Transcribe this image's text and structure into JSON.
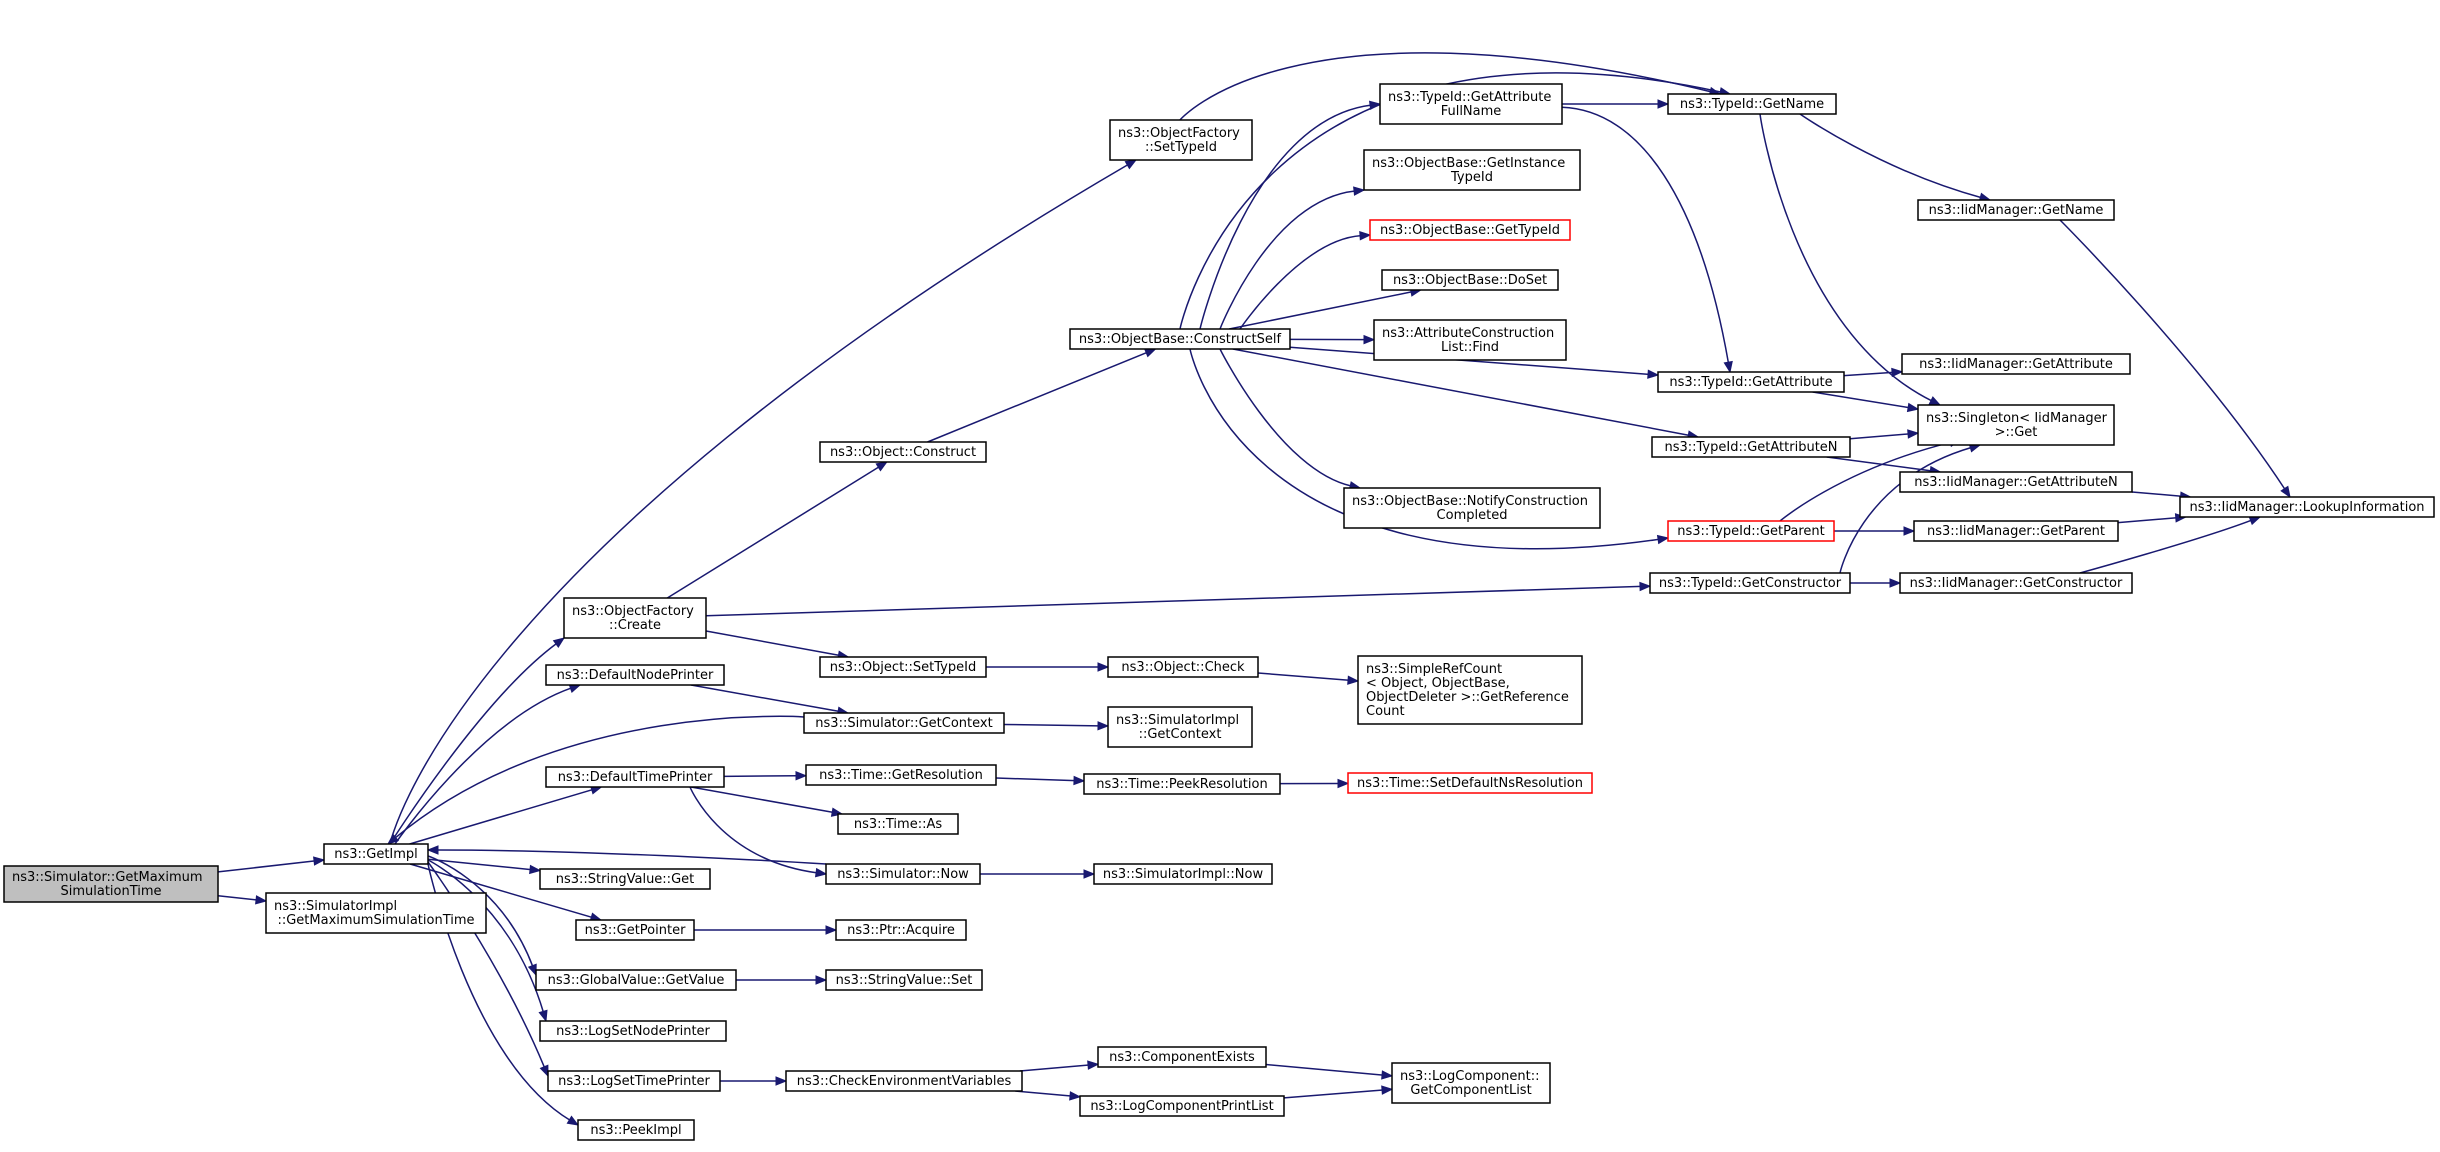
{
  "diagram": {
    "edge_color": "#191970",
    "truncated_border_color": "#ff0000",
    "root_fill": "#bfbfbf",
    "nodes": [
      {
        "id": "root",
        "lines": [
          "ns3::Simulator::GetMaximum",
          "SimulationTime"
        ],
        "style": "root"
      },
      {
        "id": "getimpl",
        "lines": [
          "ns3::GetImpl"
        ]
      },
      {
        "id": "simimplgetmax",
        "lines": [
          "ns3::SimulatorImpl",
          "::GetMaximumSimulationTime"
        ]
      },
      {
        "id": "of_settypeid",
        "lines": [
          "ns3::ObjectFactory",
          "::SetTypeId"
        ]
      },
      {
        "id": "of_create",
        "lines": [
          "ns3::ObjectFactory",
          "::Create"
        ]
      },
      {
        "id": "defnodeprinter",
        "lines": [
          "ns3::DefaultNodePrinter"
        ]
      },
      {
        "id": "sim_getcontext",
        "lines": [
          "ns3::Simulator::GetContext"
        ]
      },
      {
        "id": "deftimeprinter",
        "lines": [
          "ns3::DefaultTimePrinter"
        ]
      },
      {
        "id": "sim_now",
        "lines": [
          "ns3::Simulator::Now"
        ]
      },
      {
        "id": "strval_get",
        "lines": [
          "ns3::StringValue::Get"
        ]
      },
      {
        "id": "getpointer",
        "lines": [
          "ns3::GetPointer"
        ]
      },
      {
        "id": "gv_getvalue",
        "lines": [
          "ns3::GlobalValue::GetValue"
        ]
      },
      {
        "id": "logsetnode",
        "lines": [
          "ns3::LogSetNodePrinter"
        ]
      },
      {
        "id": "logsettime",
        "lines": [
          "ns3::LogSetTimePrinter"
        ]
      },
      {
        "id": "peekimpl",
        "lines": [
          "ns3::PeekImpl"
        ]
      },
      {
        "id": "obj_construct",
        "lines": [
          "ns3::Object::Construct"
        ]
      },
      {
        "id": "obj_settypeid",
        "lines": [
          "ns3::Object::SetTypeId"
        ]
      },
      {
        "id": "time_getres",
        "lines": [
          "ns3::Time::GetResolution"
        ]
      },
      {
        "id": "time_as",
        "lines": [
          "ns3::Time::As"
        ]
      },
      {
        "id": "ptr_acquire",
        "lines": [
          "ns3::Ptr::Acquire"
        ]
      },
      {
        "id": "strval_set",
        "lines": [
          "ns3::StringValue::Set"
        ]
      },
      {
        "id": "checkenv",
        "lines": [
          "ns3::CheckEnvironmentVariables"
        ]
      },
      {
        "id": "ob_constructself",
        "lines": [
          "ns3::ObjectBase::ConstructSelf"
        ]
      },
      {
        "id": "obj_check",
        "lines": [
          "ns3::Object::Check"
        ]
      },
      {
        "id": "simimpl_getcontext",
        "lines": [
          "ns3::SimulatorImpl",
          "::GetContext"
        ]
      },
      {
        "id": "time_peekres",
        "lines": [
          "ns3::Time::PeekResolution"
        ]
      },
      {
        "id": "simimpl_now",
        "lines": [
          "ns3::SimulatorImpl::Now"
        ]
      },
      {
        "id": "compexists",
        "lines": [
          "ns3::ComponentExists"
        ]
      },
      {
        "id": "logcompprintlist",
        "lines": [
          "ns3::LogComponentPrintList"
        ]
      },
      {
        "id": "tid_getattrfullname",
        "lines": [
          "ns3::TypeId::GetAttribute",
          "FullName"
        ]
      },
      {
        "id": "ob_getinstancetypeid",
        "lines": [
          "ns3::ObjectBase::GetInstance",
          "TypeId"
        ]
      },
      {
        "id": "ob_gettypeid",
        "lines": [
          "ns3::ObjectBase::GetTypeId"
        ],
        "style": "truncated"
      },
      {
        "id": "ob_doset",
        "lines": [
          "ns3::ObjectBase::DoSet"
        ]
      },
      {
        "id": "attrconstrlist_find",
        "lines": [
          "ns3::AttributeConstruction",
          "List::Find"
        ]
      },
      {
        "id": "ob_notifyconstr",
        "lines": [
          "ns3::ObjectBase::NotifyConstruction",
          "Completed"
        ]
      },
      {
        "id": "simplerefcount",
        "lines": [
          "ns3::SimpleRefCount",
          "< Object, ObjectBase,",
          "ObjectDeleter >::GetReference",
          "Count"
        ]
      },
      {
        "id": "time_setdefns",
        "lines": [
          "ns3::Time::SetDefaultNsResolution"
        ],
        "style": "truncated"
      },
      {
        "id": "logcomp_getlist",
        "lines": [
          "ns3::LogComponent::",
          "GetComponentList"
        ]
      },
      {
        "id": "tid_getname",
        "lines": [
          "ns3::TypeId::GetName"
        ]
      },
      {
        "id": "tid_getattribute",
        "lines": [
          "ns3::TypeId::GetAttribute"
        ]
      },
      {
        "id": "tid_getattributen",
        "lines": [
          "ns3::TypeId::GetAttributeN"
        ]
      },
      {
        "id": "tid_getparent",
        "lines": [
          "ns3::TypeId::GetParent"
        ],
        "style": "truncated"
      },
      {
        "id": "tid_getconstructor",
        "lines": [
          "ns3::TypeId::GetConstructor"
        ]
      },
      {
        "id": "iid_getname",
        "lines": [
          "ns3::IidManager::GetName"
        ]
      },
      {
        "id": "iid_getattribute",
        "lines": [
          "ns3::IidManager::GetAttribute"
        ]
      },
      {
        "id": "singleton_get",
        "lines": [
          "ns3::Singleton< IidManager",
          ">::Get"
        ]
      },
      {
        "id": "iid_getattributen",
        "lines": [
          "ns3::IidManager::GetAttributeN"
        ]
      },
      {
        "id": "iid_getparent",
        "lines": [
          "ns3::IidManager::GetParent"
        ]
      },
      {
        "id": "iid_getconstructor",
        "lines": [
          "ns3::IidManager::GetConstructor"
        ]
      },
      {
        "id": "iid_lookupinfo",
        "lines": [
          "ns3::IidManager::LookupInformation"
        ]
      }
    ],
    "edges": [
      [
        "root",
        "getimpl"
      ],
      [
        "root",
        "simimplgetmax"
      ],
      [
        "getimpl",
        "of_settypeid"
      ],
      [
        "getimpl",
        "of_create"
      ],
      [
        "getimpl",
        "defnodeprinter"
      ],
      [
        "getimpl",
        "deftimeprinter"
      ],
      [
        "getimpl",
        "strval_get"
      ],
      [
        "getimpl",
        "getpointer"
      ],
      [
        "getimpl",
        "gv_getvalue"
      ],
      [
        "getimpl",
        "logsetnode"
      ],
      [
        "getimpl",
        "logsettime"
      ],
      [
        "getimpl",
        "peekimpl"
      ],
      [
        "of_settypeid",
        "tid_getname"
      ],
      [
        "of_create",
        "obj_construct"
      ],
      [
        "of_create",
        "obj_settypeid"
      ],
      [
        "of_create",
        "tid_getconstructor"
      ],
      [
        "defnodeprinter",
        "sim_getcontext"
      ],
      [
        "sim_getcontext",
        "getimpl"
      ],
      [
        "sim_getcontext",
        "simimpl_getcontext"
      ],
      [
        "deftimeprinter",
        "time_getres"
      ],
      [
        "deftimeprinter",
        "time_as"
      ],
      [
        "deftimeprinter",
        "sim_now"
      ],
      [
        "sim_now",
        "getimpl"
      ],
      [
        "sim_now",
        "simimpl_now"
      ],
      [
        "getpointer",
        "ptr_acquire"
      ],
      [
        "gv_getvalue",
        "strval_set"
      ],
      [
        "logsettime",
        "checkenv"
      ],
      [
        "checkenv",
        "compexists"
      ],
      [
        "checkenv",
        "logcompprintlist"
      ],
      [
        "compexists",
        "logcomp_getlist"
      ],
      [
        "logcompprintlist",
        "logcomp_getlist"
      ],
      [
        "obj_construct",
        "ob_constructself"
      ],
      [
        "obj_settypeid",
        "obj_check"
      ],
      [
        "obj_check",
        "simplerefcount"
      ],
      [
        "time_getres",
        "time_peekres"
      ],
      [
        "time_peekres",
        "time_setdefns"
      ],
      [
        "ob_constructself",
        "tid_getname"
      ],
      [
        "ob_constructself",
        "tid_getattrfullname"
      ],
      [
        "ob_constructself",
        "ob_getinstancetypeid"
      ],
      [
        "ob_constructself",
        "ob_gettypeid"
      ],
      [
        "ob_constructself",
        "ob_doset"
      ],
      [
        "ob_constructself",
        "attrconstrlist_find"
      ],
      [
        "ob_constructself",
        "tid_getattribute"
      ],
      [
        "ob_constructself",
        "tid_getattributen"
      ],
      [
        "ob_constructself",
        "ob_notifyconstr"
      ],
      [
        "ob_constructself",
        "tid_getparent"
      ],
      [
        "tid_getattrfullname",
        "tid_getname"
      ],
      [
        "tid_getattrfullname",
        "tid_getattribute"
      ],
      [
        "tid_getname",
        "iid_getname"
      ],
      [
        "tid_getname",
        "singleton_get"
      ],
      [
        "tid_getattribute",
        "iid_getattribute"
      ],
      [
        "tid_getattribute",
        "singleton_get"
      ],
      [
        "tid_getattributen",
        "singleton_get"
      ],
      [
        "tid_getattributen",
        "iid_getattributen"
      ],
      [
        "tid_getparent",
        "singleton_get"
      ],
      [
        "tid_getparent",
        "iid_getparent"
      ],
      [
        "tid_getconstructor",
        "singleton_get"
      ],
      [
        "tid_getconstructor",
        "iid_getconstructor"
      ],
      [
        "iid_getname",
        "iid_lookupinfo"
      ],
      [
        "iid_getattributen",
        "iid_lookupinfo"
      ],
      [
        "iid_getparent",
        "iid_lookupinfo"
      ],
      [
        "iid_getconstructor",
        "iid_lookupinfo"
      ]
    ]
  }
}
